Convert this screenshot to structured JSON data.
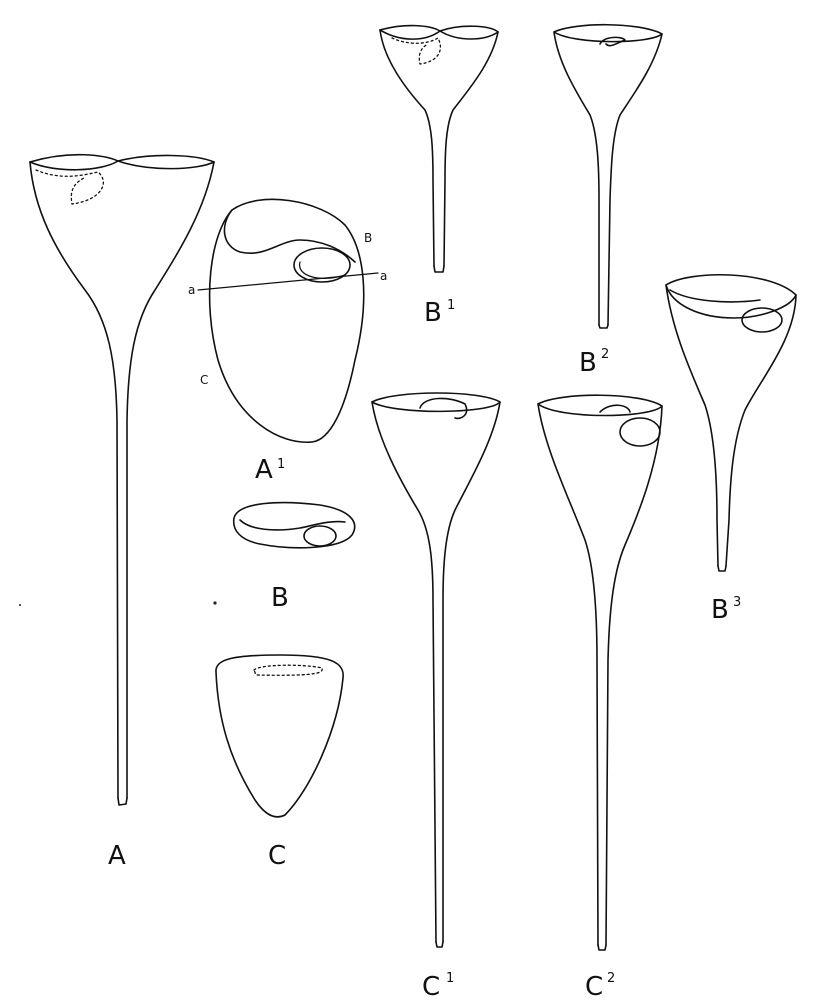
{
  "figures": {
    "A": {
      "letter": "A"
    },
    "A1": {
      "letter": "A",
      "sup": "1",
      "mark_B": "B",
      "mark_C": "C",
      "mark_a_left": "a",
      "mark_a_right": "a"
    },
    "B": {
      "letter": "B"
    },
    "C": {
      "letter": "C"
    },
    "B1": {
      "letter": "B",
      "sup": "1"
    },
    "B2": {
      "letter": "B",
      "sup": "2"
    },
    "B3": {
      "letter": "B",
      "sup": "3"
    },
    "C1": {
      "letter": "C",
      "sup": "1"
    },
    "C2": {
      "letter": "C",
      "sup": "2"
    }
  }
}
